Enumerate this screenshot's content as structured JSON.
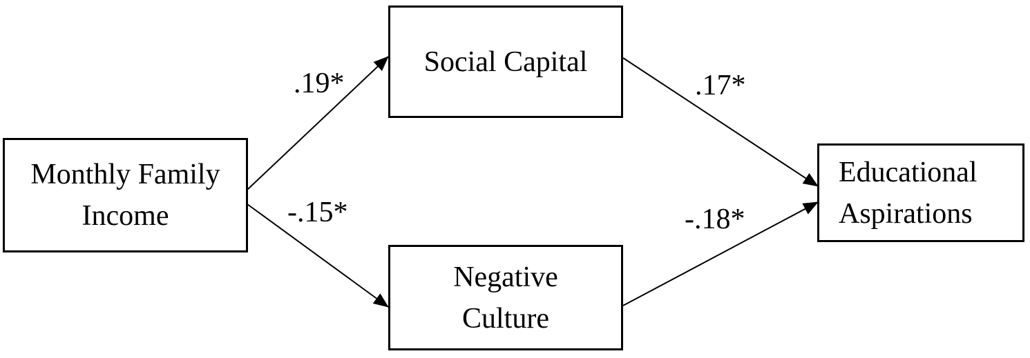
{
  "nodes": {
    "income": "Monthly Family\nIncome",
    "social_capital": "Social Capital",
    "negative_culture": "Negative\nCulture",
    "aspirations": "Educational\nAspirations"
  },
  "paths": {
    "income_to_social_capital": ".19*",
    "income_to_negative_culture": "-.15*",
    "social_capital_to_aspirations": ".17*",
    "negative_culture_to_aspirations": "-.18*"
  },
  "colors": {
    "stroke": "#000000",
    "background": "#ffffff"
  }
}
